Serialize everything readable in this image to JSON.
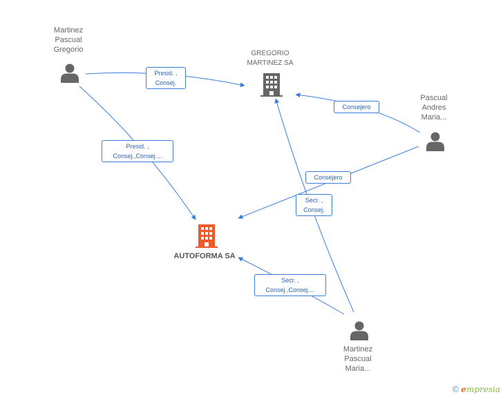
{
  "nodes": {
    "martinez_pascual_gregorio": {
      "lines": [
        "Martinez",
        "Pascual",
        "Gregorio"
      ]
    },
    "gregorio_martinez_sa": {
      "lines": [
        "GREGORIO",
        "MARTINEZ SA"
      ]
    },
    "pascual_andres_maria": {
      "lines": [
        "Pascual",
        "Andres",
        "Maria..."
      ]
    },
    "autoforma_sa": {
      "label": "AUTOFORMA SA"
    },
    "martinez_pascual_maria": {
      "lines": [
        "Martinez",
        "Pascual",
        "Maria..."
      ]
    }
  },
  "edges": {
    "mpg_to_gmsa": {
      "lines": [
        "Presid. ,",
        "Consej."
      ]
    },
    "mpg_to_autoforma": {
      "lines": [
        "Presid. ,",
        "Consej.,Consej...."
      ]
    },
    "pam_to_gmsa": {
      "lines": [
        "Consejero"
      ]
    },
    "pam_to_autoforma": {
      "lines": [
        "Consejero"
      ]
    },
    "mpm_to_gmsa": {
      "lines": [
        "Secr. ,",
        "Consej."
      ]
    },
    "mpm_to_autoforma": {
      "lines": [
        "Secr. ,",
        "Consej.,Consej...."
      ]
    }
  },
  "colors": {
    "edge": "#3b7ddd",
    "person_icon": "#666666",
    "company_icon": "#666666",
    "main_company_icon": "#f05a28"
  },
  "footer": {
    "copyright": "©",
    "brand_initial": "e",
    "brand_rest": "mpresia"
  }
}
